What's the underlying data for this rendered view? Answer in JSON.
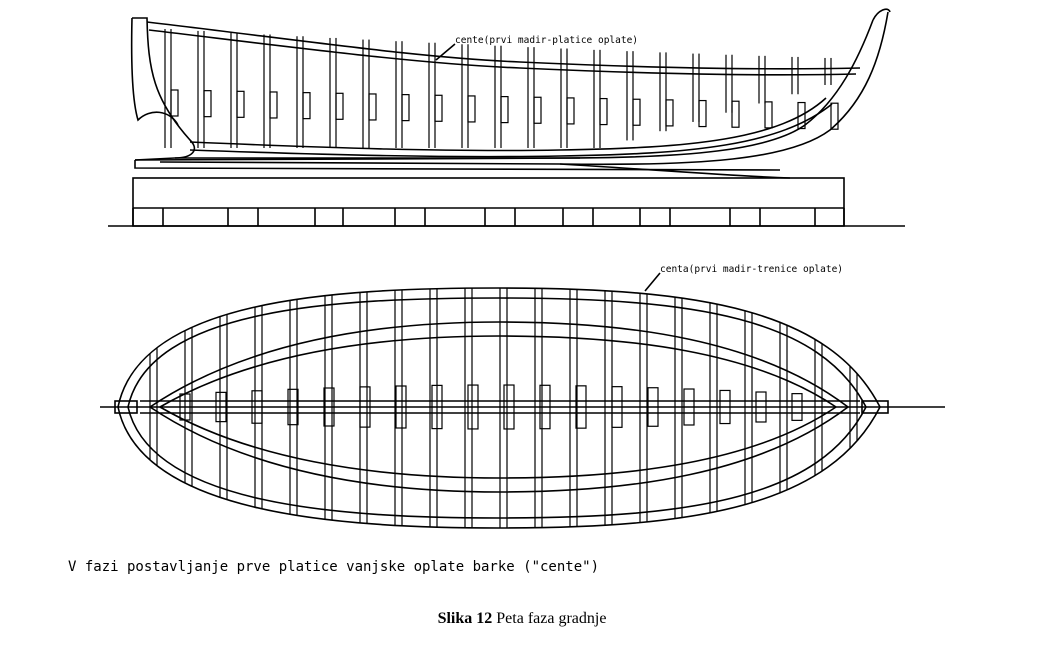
{
  "labels": {
    "side_callout": "cente(prvi madir-platice oplate)",
    "top_callout": "centa(prvi madir-trenice oplate)",
    "description": "V fazi postavljanje prve platice vanjske oplate barke (\"cente\")"
  },
  "caption": {
    "figure_label": "Slika 12",
    "figure_title": "Peta faza gradnje"
  },
  "colors": {
    "line": "#000000",
    "background": "#ffffff"
  }
}
